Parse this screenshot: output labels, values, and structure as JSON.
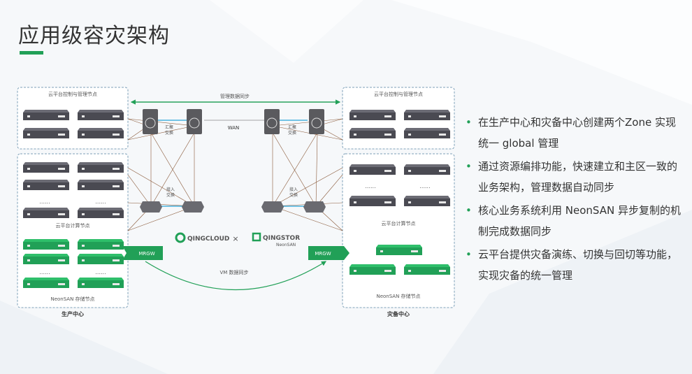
{
  "title": "应用级容灾架构",
  "colors": {
    "accent": "#21a057",
    "server_dark": "#4a4a52",
    "server_green": "#21a057",
    "dashed_border": "#7da0b8"
  },
  "diagram": {
    "left_site": {
      "control_label": "云平台控制与管理节点",
      "compute_label": "云平台计算节点",
      "storage_label": "NeonSAN 存储节点",
      "site_label": "生产中心",
      "gateway": "MRGW"
    },
    "right_site": {
      "control_label": "云平台控制与管理节点",
      "compute_label": "云平台计算节点",
      "storage_label": "NeonSAN 存储节点",
      "site_label": "灾备中心",
      "gateway": "MRGW"
    },
    "mgmt_sync": "管理数据同步",
    "wan": "WAN",
    "vm_sync": "VM 数据同步",
    "agg_switch": [
      "汇聚",
      "交换"
    ],
    "access_switch": [
      "接入",
      "交换"
    ],
    "dots": "......",
    "logo_qingcloud": "QINGCLOUD",
    "logo_cross": "×",
    "logo_qingstor": "QINGSTOR",
    "logo_neonsan": "NeonSAN"
  },
  "bullets": [
    "在生产中心和灾备中心创建两个Zone 实现统一 global 管理",
    "通过资源编排功能，快速建立和主区一致的业务架构，管理数据自动同步",
    "核心业务系统利用 NeonSAN 异步复制的机制完成数据同步",
    "云平台提供灾备演练、切换与回切等功能，实现灾备的统一管理"
  ],
  "bullet_marker": "•"
}
